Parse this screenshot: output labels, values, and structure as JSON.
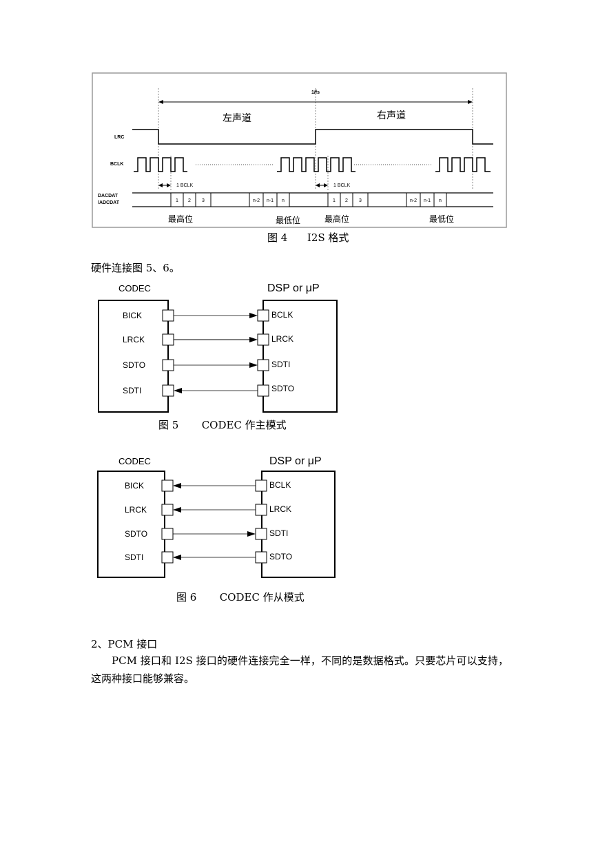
{
  "fig4": {
    "period": "1/fs",
    "left_channel": "左声道",
    "right_channel": "右声道",
    "lrc": "LRC",
    "bclk": "BCLK",
    "data_line1": "DACDAT",
    "data_line2": "/ADCDAT",
    "bclk_delay": "1 BCLK",
    "bits": [
      "1",
      "2",
      "3",
      "n-2",
      "n-1",
      "n"
    ],
    "msb": "最高位",
    "lsb": "最低位",
    "caption": "图 4      I2S 格式"
  },
  "intro_text": "硬件连接图 5、6。",
  "fig5": {
    "codec_title": "CODEC",
    "dsp_title": "DSP or μP",
    "codec_pins": [
      "BICK",
      "LRCK",
      "SDTO",
      "SDTI"
    ],
    "dsp_pins": [
      "BCLK",
      "LRCK",
      "SDTI",
      "SDTO"
    ],
    "caption": "图 5       CODEC 作主模式"
  },
  "fig6": {
    "codec_title": "CODEC",
    "dsp_title": "DSP or μP",
    "codec_pins": [
      "BICK",
      "LRCK",
      "SDTO",
      "SDTI"
    ],
    "dsp_pins": [
      "BCLK",
      "LRCK",
      "SDTI",
      "SDTO"
    ],
    "caption": "图 6       CODEC 作从模式"
  },
  "section": {
    "heading": "2、PCM 接口",
    "paragraph": "PCM 接口和 I2S 接口的硬件连接完全一样，不同的是数据格式。只要芯片可以支持，这两种接口能够兼容。"
  }
}
